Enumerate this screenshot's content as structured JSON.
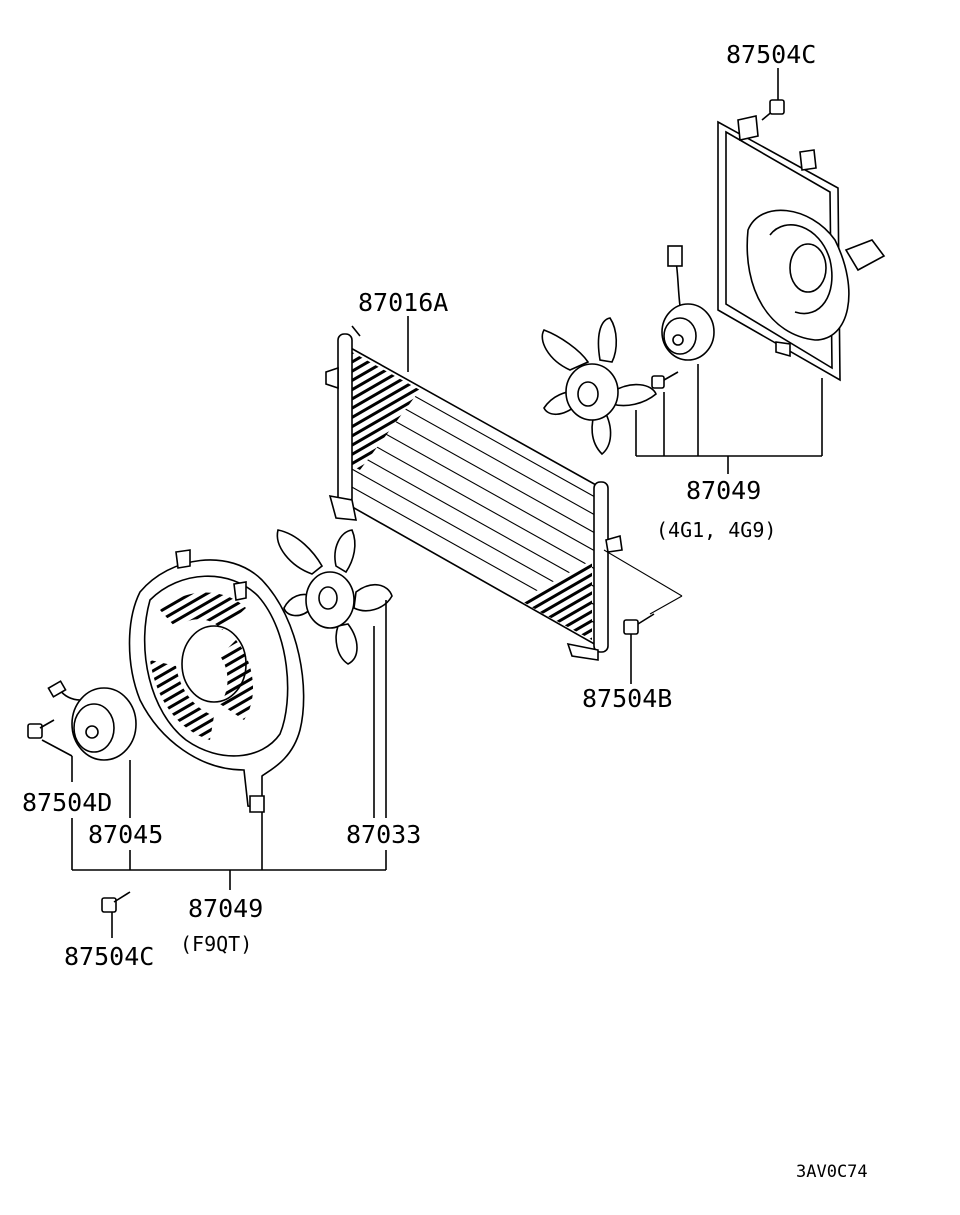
{
  "parts": {
    "bolt_top_right": "87504C",
    "condenser": "87016A",
    "fan_shroud_4g": "87049",
    "fan_shroud_4g_note": "(4G1, 4G9)",
    "bolt_condenser": "87504B",
    "bolt_left": "87504D",
    "fan_motor": "87045",
    "fan_blade": "87033",
    "fan_shroud_f9qt": "87049",
    "fan_shroud_f9qt_note": "(F9QT)",
    "bolt_bottom": "87504C"
  },
  "diagram_code": "3AV0C74"
}
